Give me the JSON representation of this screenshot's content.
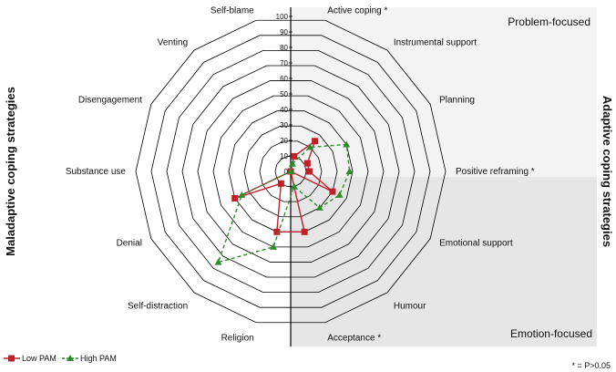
{
  "chart_data": {
    "type": "radar",
    "categories": [
      "Active coping *",
      "Instrumental support",
      "Planning",
      "Positive reframing *",
      "Emotional support",
      "Humour",
      "Acceptance *",
      "Religion",
      "Self-distraction",
      "Denial",
      "Substance use",
      "Disengagement",
      "Venting",
      "Self-blame"
    ],
    "series": [
      {
        "name": "Low PAM",
        "color": "#c0202a",
        "marker": "square",
        "dash": "solid",
        "values": [
          10,
          25,
          12,
          12,
          30,
          0,
          40,
          40,
          10,
          40,
          0,
          0,
          0,
          0
        ]
      },
      {
        "name": "High PAM",
        "color": "#2e8b2e",
        "marker": "triangle",
        "dash": "dashed",
        "values": [
          5,
          20,
          40,
          38,
          35,
          30,
          10,
          50,
          75,
          35,
          0,
          0,
          0,
          0
        ]
      }
    ],
    "rlim": [
      0,
      100
    ],
    "ticks": [
      "0",
      "10",
      "20",
      "30",
      "40",
      "50",
      "60",
      "70",
      "80",
      "90",
      "100"
    ],
    "left_title": "Maladaptive coping strategies",
    "right_title": "Adaptive coping strategies",
    "region_top": "Problem-focused",
    "region_bottom": "Emotion-focused",
    "note": "* = P>0.05",
    "region_colors": {
      "top": "#f3f3f3",
      "bottom": "#e6e6e6"
    }
  }
}
